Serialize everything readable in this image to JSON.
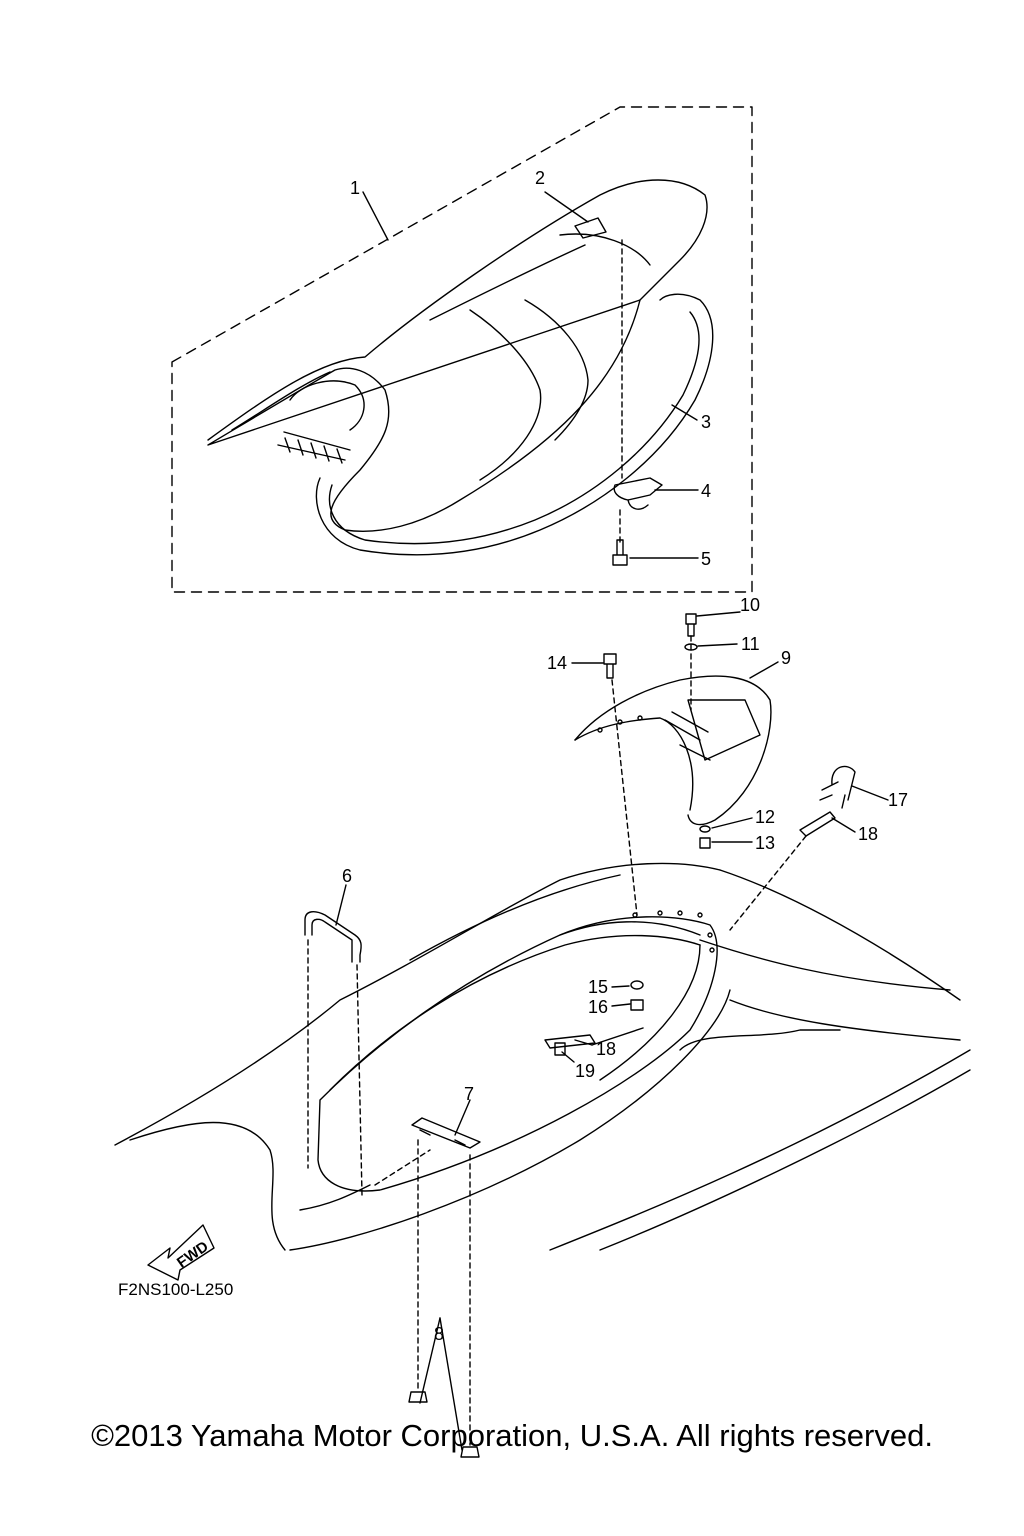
{
  "diagram": {
    "callouts": [
      "1",
      "2",
      "3",
      "4",
      "5",
      "6",
      "7",
      "8",
      "9",
      "10",
      "11",
      "12",
      "13",
      "14",
      "15",
      "16",
      "17",
      "18",
      "18",
      "19"
    ],
    "fwd_label": "FWD",
    "code": "F2NS100-L250"
  },
  "footer": {
    "copyright": "©2013 Yamaha Motor Corporation, U.S.A. All rights reserved."
  }
}
